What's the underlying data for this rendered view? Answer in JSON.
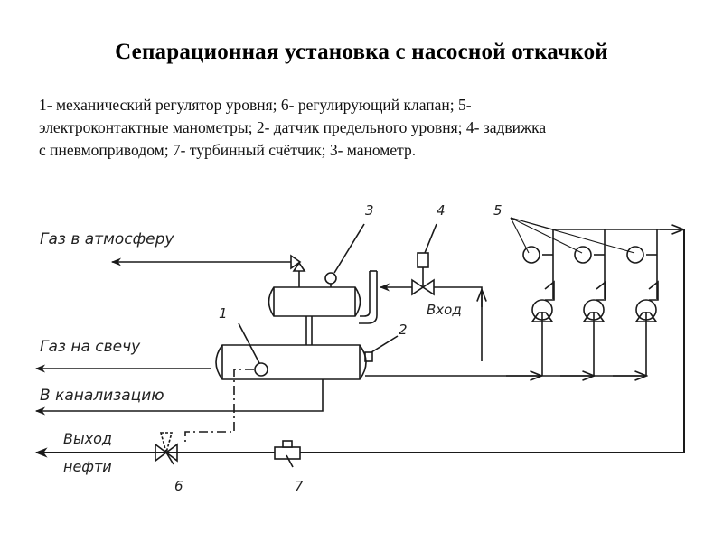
{
  "title": "Сепарационная установка с насосной откачкой",
  "legend_lines": [
    "1- механический регулятор уровня; 6- регулирующий клапан; 5-",
    "электроконтактные манометры; 2- датчик предельного уровня; 4- задвижка",
    "с пневмоприводом; 7- турбинный счётчик; 3- манометр."
  ],
  "diagram": {
    "flow_labels": {
      "gas_to_atmosphere": "Газ в атмосферу",
      "gas_to_flare": "Газ на свечу",
      "to_sewer": "В канализацию",
      "inlet": "Вход",
      "oil_outlet_line1": "Выход",
      "oil_outlet_line2": "нефти"
    },
    "callouts": {
      "level_regulator": "1",
      "level_sensor": "2",
      "pressure_gauge": "3",
      "pneumatic_valve": "4",
      "electrocontact_gauges": "5",
      "control_valve": "6",
      "turbine_meter": "7"
    },
    "line_color": "#1a1a1a"
  }
}
